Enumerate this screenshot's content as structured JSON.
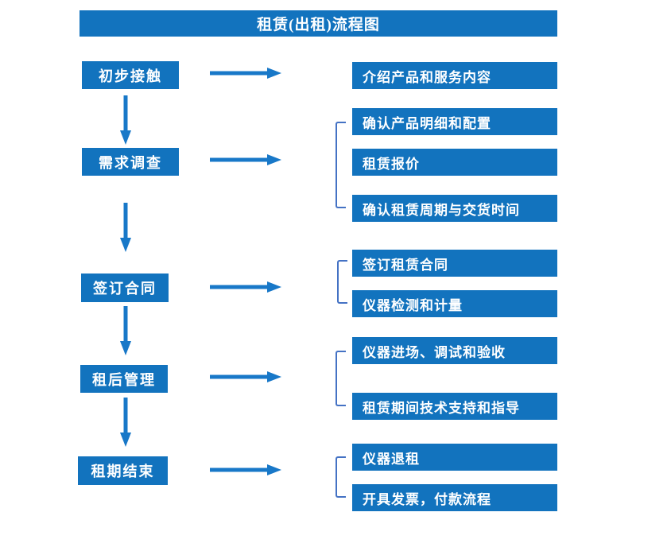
{
  "title": "租赁(出租)流程图",
  "colors": {
    "box_blue": "#1273BE",
    "arrow_blue": "#1878C8",
    "bracket_blue": "#4472C4",
    "text_white": "#FFFFFF",
    "background": "#FFFFFF"
  },
  "steps": [
    {
      "label": "初步接触",
      "details": [
        "介绍产品和服务内容"
      ]
    },
    {
      "label": "需求调查",
      "details": [
        "确认产品明细和配置",
        "租赁报价",
        "确认租赁周期与交货时间"
      ]
    },
    {
      "label": "签订合同",
      "details": [
        "签订租赁合同",
        "仪器检测和计量"
      ]
    },
    {
      "label": "租后管理",
      "details": [
        "仪器进场、调试和验收",
        "租赁期间技术支持和指导"
      ]
    },
    {
      "label": "租期结束",
      "details": [
        "仪器退租",
        "开具发票，付款流程"
      ]
    }
  ]
}
